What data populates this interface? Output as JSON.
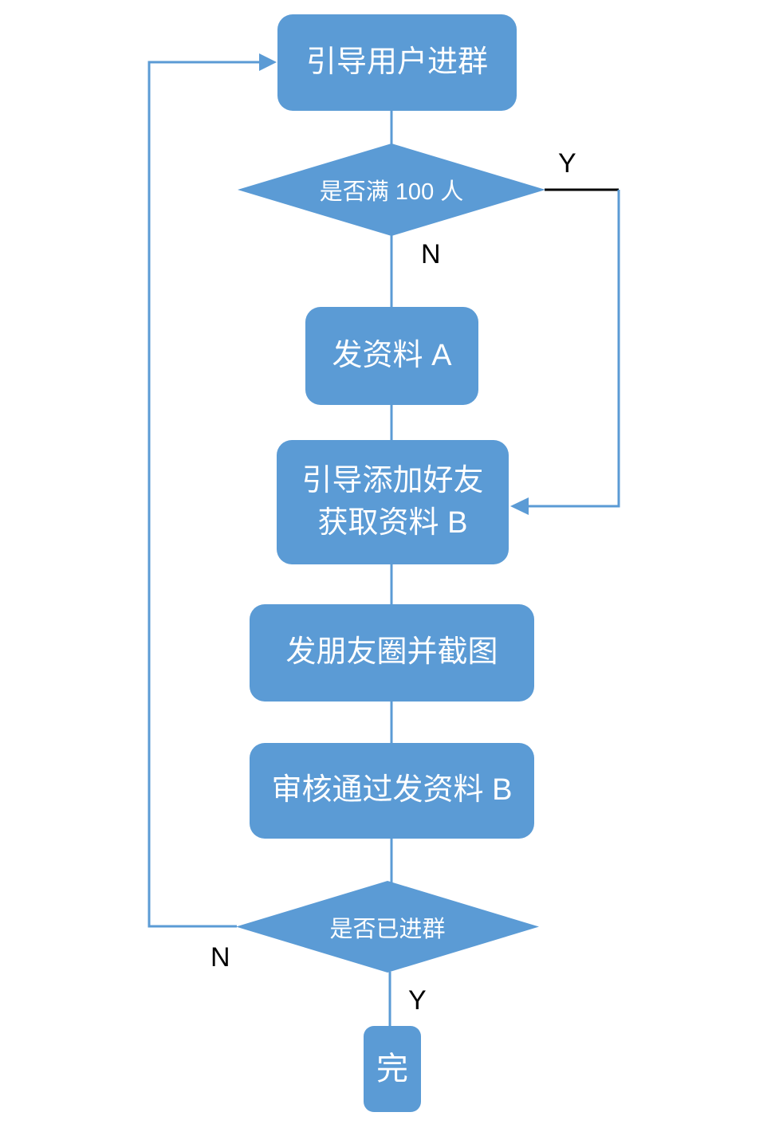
{
  "colors": {
    "shape_fill": "#5b9bd5",
    "connector_blue": "#5b9bd5",
    "connector_black": "#000000",
    "text_on_shape": "#ffffff",
    "edge_label_text": "#000000",
    "background": "#ffffff"
  },
  "nodes": {
    "start": {
      "label": "引导用户进群"
    },
    "decision_full": {
      "label": "是否满 100 人"
    },
    "send_a": {
      "label": "发资料 A"
    },
    "add_friend": {
      "label": "引导添加好友\n获取资料 B"
    },
    "moments": {
      "label": "发朋友圈并截图"
    },
    "review": {
      "label": "审核通过发资料 B"
    },
    "decision_joined": {
      "label": "是否已进群"
    },
    "end": {
      "label": "完"
    }
  },
  "edge_labels": {
    "decision_full_yes": "Y",
    "decision_full_no": "N",
    "decision_joined_no": "N",
    "decision_joined_yes": "Y"
  }
}
